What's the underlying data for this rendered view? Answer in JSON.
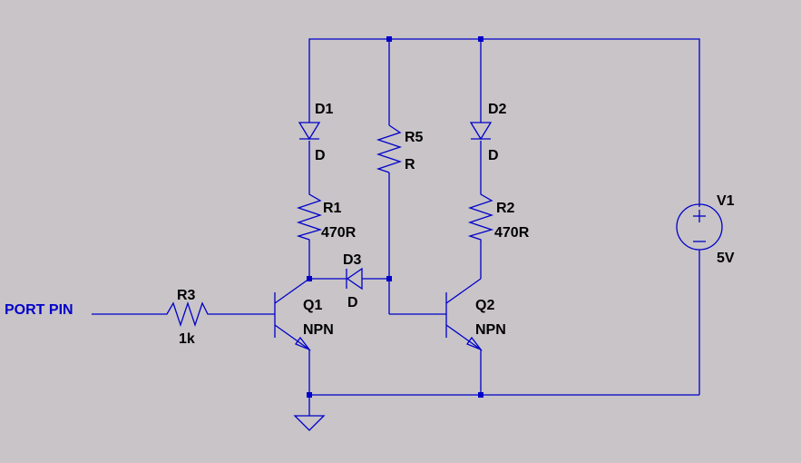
{
  "net_label": "PORT PIN",
  "components": {
    "D1": {
      "ref": "D1",
      "value": "D"
    },
    "D2": {
      "ref": "D2",
      "value": "D"
    },
    "D3": {
      "ref": "D3",
      "value": "D"
    },
    "R1": {
      "ref": "R1",
      "value": "470R"
    },
    "R2": {
      "ref": "R2",
      "value": "470R"
    },
    "R3": {
      "ref": "R3",
      "value": "1k"
    },
    "R5": {
      "ref": "R5",
      "value": "R"
    },
    "Q1": {
      "ref": "Q1",
      "value": "NPN"
    },
    "Q2": {
      "ref": "Q2",
      "value": "NPN"
    },
    "V1": {
      "ref": "V1",
      "value": "5V"
    }
  },
  "colors": {
    "background": "#c8c4c8",
    "wire": "#0000c8",
    "text": "#000000",
    "net_label": "#0000c8"
  }
}
